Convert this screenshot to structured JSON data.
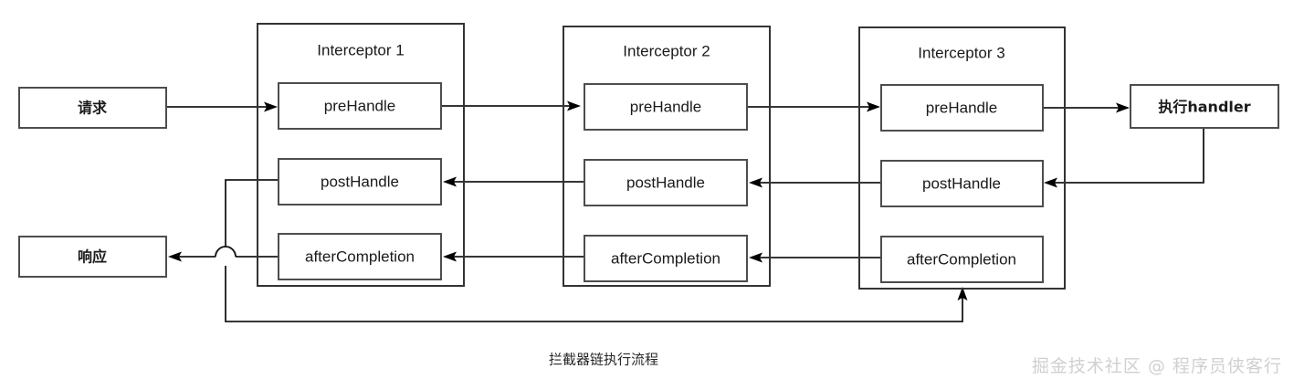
{
  "diagram": {
    "caption": "拦截器链执行流程",
    "watermark": "掘金技术社区 @ 程序员侠客行",
    "colors": {
      "background": "#ffffff",
      "box_stroke": "#4d4d4d",
      "container_stroke": "#333333",
      "line": "#1a1a1a",
      "text": "#1a1a1a",
      "watermark": "#d0d0d0"
    },
    "endpoints": {
      "request_label": "请求",
      "response_label": "响应",
      "handler_label": "执行handler"
    },
    "interceptors": [
      {
        "title": "Interceptor 1",
        "methods": {
          "pre": "preHandle",
          "post": "postHandle",
          "after": "afterCompletion"
        }
      },
      {
        "title": "Interceptor 2",
        "methods": {
          "pre": "preHandle",
          "post": "postHandle",
          "after": "afterCompletion"
        }
      },
      {
        "title": "Interceptor 3",
        "methods": {
          "pre": "preHandle",
          "post": "postHandle",
          "after": "afterCompletion"
        }
      }
    ],
    "flow": {
      "forward_order": [
        "请求",
        "Interceptor 1 preHandle",
        "Interceptor 2 preHandle",
        "Interceptor 3 preHandle",
        "执行handler"
      ],
      "post_order": [
        "执行handler",
        "Interceptor 3 postHandle",
        "Interceptor 2 postHandle",
        "Interceptor 1 postHandle"
      ],
      "after_order": [
        "Interceptor 3 afterCompletion",
        "Interceptor 2 afterCompletion",
        "Interceptor 1 afterCompletion",
        "响应"
      ]
    }
  }
}
